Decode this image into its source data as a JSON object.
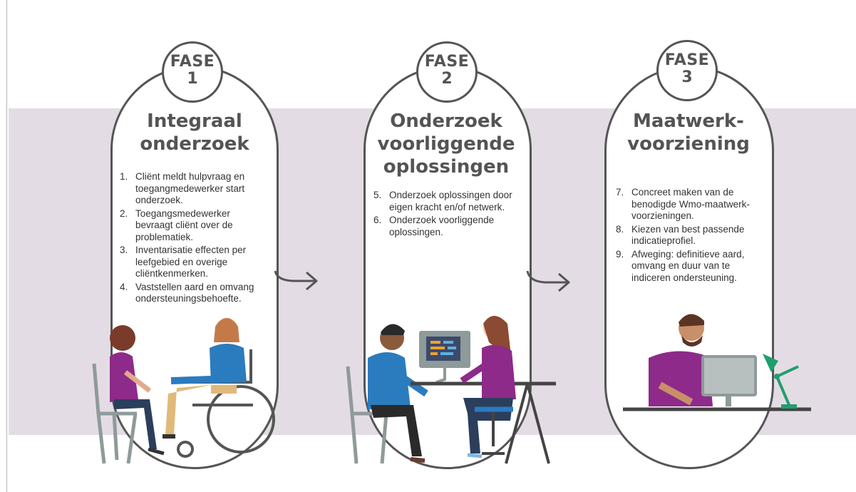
{
  "phases": [
    {
      "badge_word": "FASE",
      "badge_number": "1",
      "title_line1": "Integraal",
      "title_line2": "onderzoek",
      "title_line3": "",
      "steps": [
        {
          "num": "1.",
          "text": "Cliënt meldt hulpvraag en toegangmedewerker start onderzoek."
        },
        {
          "num": "2.",
          "text": "Toegangsmedewerker bevraagt cliënt over de problematiek."
        },
        {
          "num": "3.",
          "text": "Inventarisatie effecten per leefgebied en overige cliëntkenmerken."
        },
        {
          "num": "4.",
          "text": "Vaststellen aard en omvang ondersteuningsbehoefte."
        }
      ]
    },
    {
      "badge_word": "FASE",
      "badge_number": "2",
      "title_line1": "Onderzoek",
      "title_line2": "voorliggende",
      "title_line3": "oplossingen",
      "steps": [
        {
          "num": "5.",
          "text": "Onderzoek oplossingen door eigen kracht en/of netwerk."
        },
        {
          "num": "6.",
          "text": "Onderzoek voorliggende oplossingen."
        }
      ]
    },
    {
      "badge_word": "FASE",
      "badge_number": "3",
      "title_line1": "Maatwerk-",
      "title_line2": "voorziening",
      "title_line3": "",
      "steps": [
        {
          "num": "7.",
          "text": "Concreet maken van de benodigde Wmo-maatwerk-voorzieningen."
        },
        {
          "num": "8.",
          "text": "Kiezen van best passende indicatieprofiel."
        },
        {
          "num": "9.",
          "text": "Afweging: definitieve aard, omvang en duur van te indiceren ondersteuning."
        }
      ]
    }
  ],
  "colors": {
    "band": "#e4dce4",
    "outline": "#555555",
    "purple": "#8e2a8a",
    "blue": "#2b7bbf",
    "green": "#1f9e6e"
  }
}
